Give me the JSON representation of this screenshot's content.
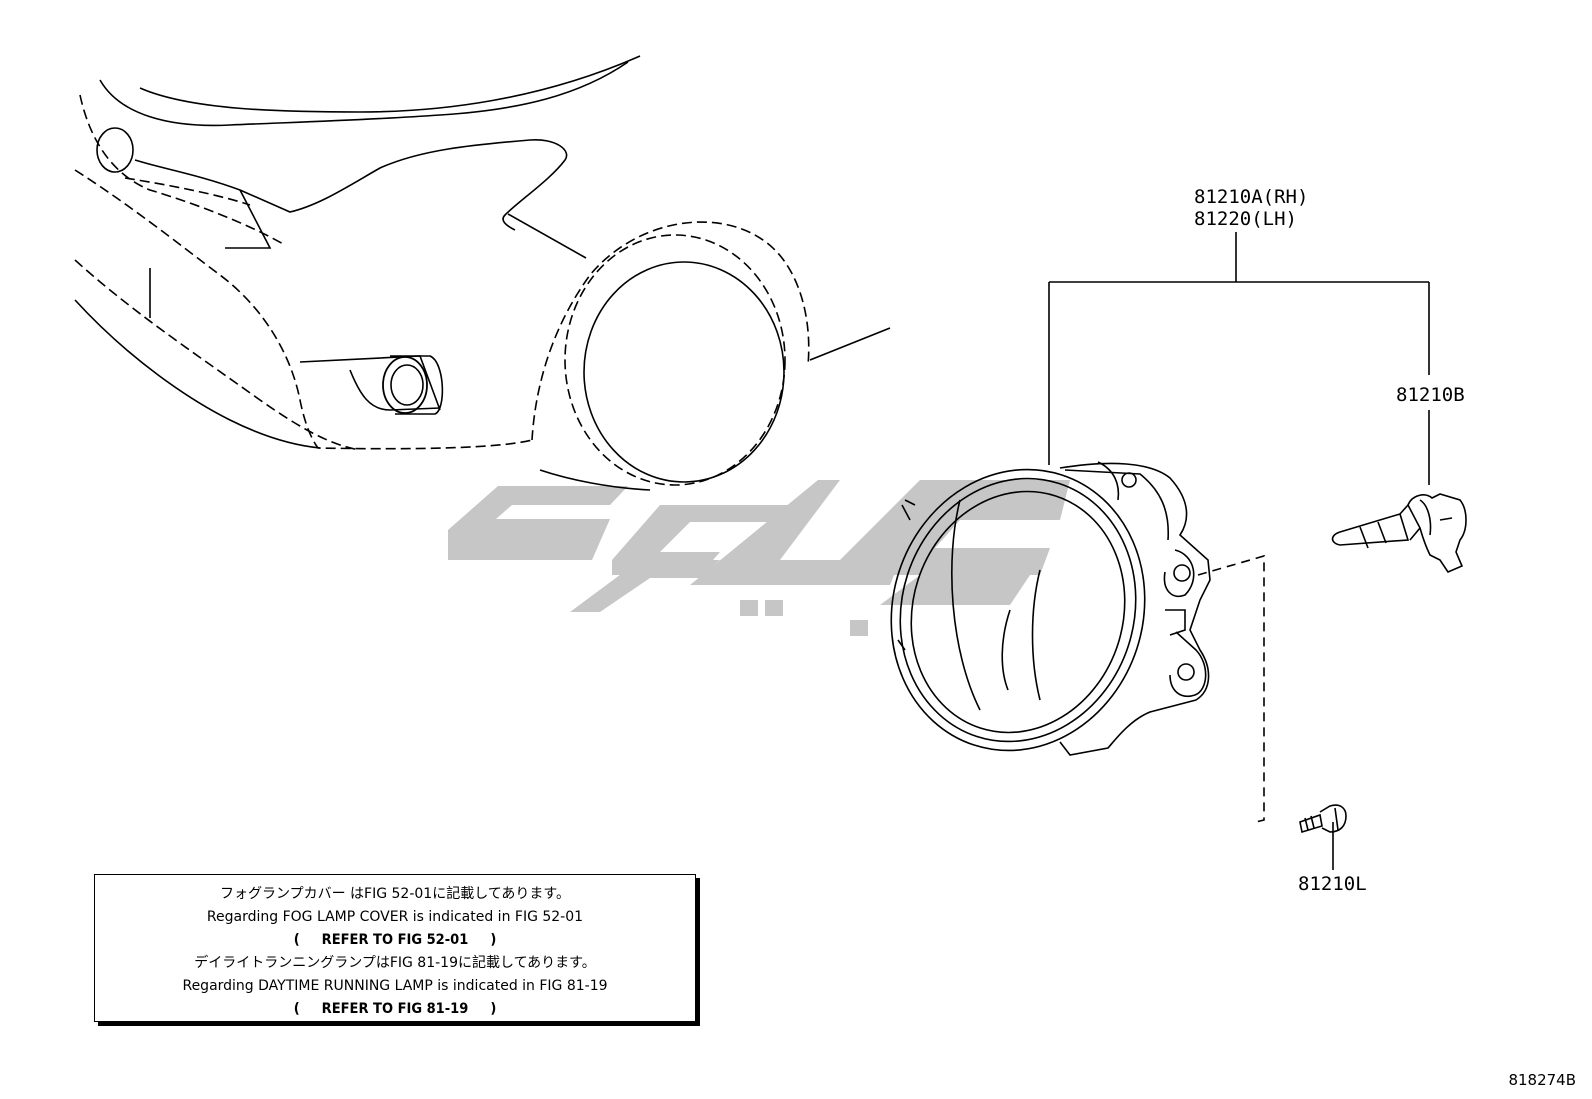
{
  "callouts": {
    "fog_lamp_rh": "81210A(RH)",
    "fog_lamp_lh": "81220(LH)",
    "bulb": "81210B",
    "screw": "81210L"
  },
  "note": {
    "line1_jp": "フォグランプカバー はFIG 52-01に記載してあります。",
    "line2_en": "Regarding FOG LAMP COVER is indicated in FIG 52-01",
    "line3_open": "(",
    "line3_ref": "REFER TO FIG 52-01",
    "line3_close": ")",
    "line4_jp": "デイライトランニングランプはFIG 81-19に記載してあります。",
    "line5_en": "Regarding DAYTIME RUNNING LAMP is indicated in FIG 81-19",
    "line6_open": "(",
    "line6_ref": "REFER TO FIG 81-19",
    "line6_close": ")"
  },
  "figure_id": "818274B",
  "colors": {
    "ink": "#000000",
    "watermark": "#c8c8c8",
    "background": "#ffffff"
  }
}
